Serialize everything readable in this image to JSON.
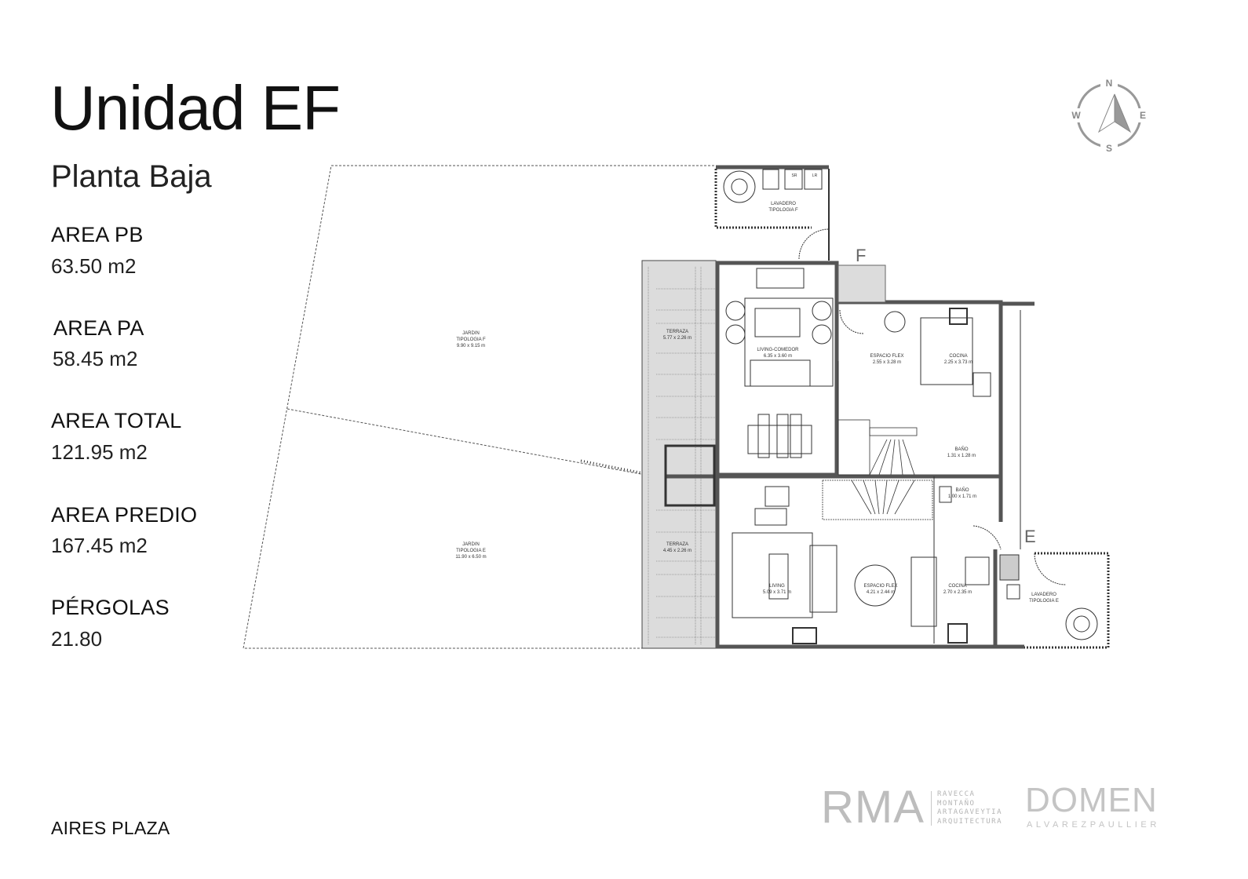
{
  "header": {
    "title": "Unidad EF",
    "subtitle": "Planta Baja"
  },
  "areas": [
    {
      "label": "AREA PB",
      "value": "63.50 m2"
    },
    {
      "label": "AREA PA",
      "value": "58.45 m2"
    },
    {
      "label": "AREA TOTAL",
      "value": "121.95 m2"
    },
    {
      "label": "AREA PREDIO",
      "value": "167.45 m2"
    },
    {
      "label": "PÉRGOLAS",
      "value": "21.80"
    }
  ],
  "footer": {
    "project": "AIRES PLAZA"
  },
  "compass": {
    "n": "N",
    "s": "S",
    "e": "E",
    "w": "W"
  },
  "plan": {
    "unit_f": "F",
    "unit_e": "E",
    "rooms": {
      "jardin_f": {
        "name": "JARDIN",
        "type": "TIPOLOGIA F",
        "size": "9.90 x 9.15 m"
      },
      "jardin_e": {
        "name": "JARDIN",
        "type": "TIPOLOGIA  E",
        "size": "11.90 x 6.50 m"
      },
      "terraza_f": {
        "name": "TERRAZA",
        "size": "5.77 x 2.26 m"
      },
      "terraza_e": {
        "name": "TERRAZA",
        "size": "4.45 x 2.26 m"
      },
      "living_comedor": {
        "name": "LIVING-COMEDOR",
        "size": "6.35 x 3.60 m"
      },
      "espacio_flex_f": {
        "name": "ESPACIO FLEX",
        "size": "2.55 x 3.28 m"
      },
      "cocina_f": {
        "name": "COCINA",
        "size": "2.25 x 3.73 m"
      },
      "bano_f": {
        "name": "BAÑO",
        "size": "1.31 x 1.28 m"
      },
      "bano_e": {
        "name": "BAÑO",
        "size": "1.00 x 1.71 m"
      },
      "living_e": {
        "name": "LIVING",
        "size": "5.09 x 3.71 m"
      },
      "espacio_flex_e": {
        "name": "ESPACIO FLEX",
        "size": "4.21 x 2.44 m"
      },
      "cocina_e": {
        "name": "COCINA",
        "size": "2.70 x 2.35 m"
      },
      "lavadero_f": {
        "name": "LAVADERO",
        "type": "TIPOLOGIA F"
      },
      "lavadero_e": {
        "name": "LAVADERO",
        "type": "TIPOLOGIA E"
      }
    },
    "appliances": {
      "sr": "SR",
      "lr": "LR"
    }
  },
  "logos": {
    "rma": "RMA",
    "rma_lines": [
      "RAVECCA",
      "MONTAÑO",
      "ARTAGAVEYTIA",
      "ARQUITECTURA"
    ],
    "domen": "DOMEN",
    "domen_sub": "ALVAREZPAULLIER"
  },
  "colors": {
    "wall": "#555555",
    "terrace": "#dcdcdc",
    "logo": "#bdbdbd"
  }
}
